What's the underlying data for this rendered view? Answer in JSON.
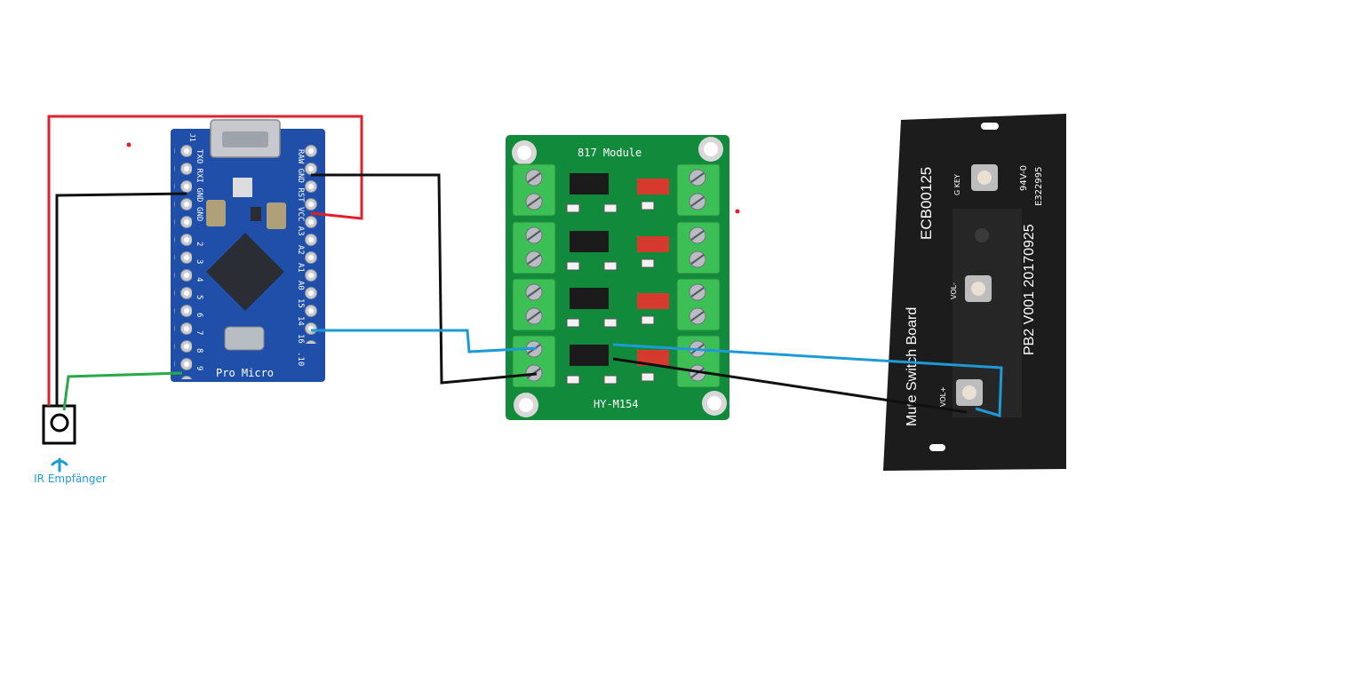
{
  "colors": {
    "power_wire": "#e0202a",
    "ground_wire": "#101010",
    "signal_wire": "#1e9ad6",
    "ir_data_wire": "#2aa84a",
    "annotation": "#1e9ad6",
    "arduino_pcb": "#1f4fa8",
    "optocoupler_pcb": "#128a3c",
    "switch_board_pcb": "#1c1c1c"
  },
  "arduino": {
    "board_label": "Pro Micro",
    "left_header_label": "TXO RXI GND GND",
    "right_header_label": "RAW GND RST VCC A3",
    "analog_labels": [
      "A2",
      "A1",
      "A0",
      "15",
      "14",
      "16",
      ".10"
    ],
    "pin_numbers": [
      "2",
      "3",
      "4",
      "5",
      "6",
      "7",
      "8",
      "9"
    ],
    "jumper_label": "J1"
  },
  "optocoupler": {
    "title": "817 Module",
    "model": "HY-M154"
  },
  "switch_board": {
    "code": "ECB00125",
    "name": "Mute Switch Board",
    "revision": "PB2  V001  20170925",
    "cert": "E322995",
    "rating": "94V-0",
    "button_labels": [
      "G KEY",
      "VOL-",
      "VOL+"
    ]
  },
  "ir_receiver": {
    "label": "IR Empfänger"
  }
}
